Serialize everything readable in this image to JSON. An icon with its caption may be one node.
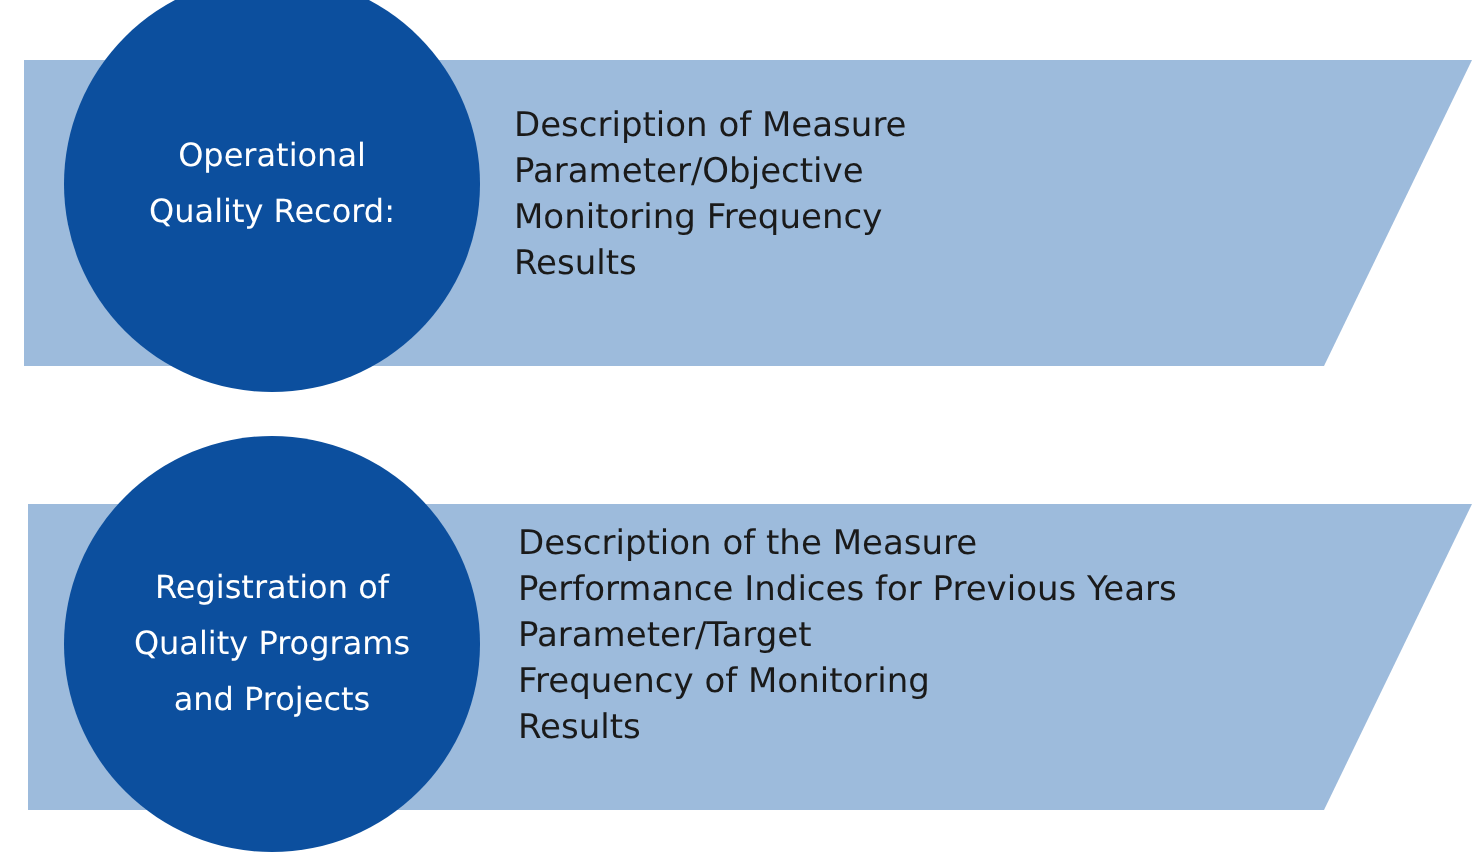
{
  "diagram": {
    "nodes": [
      {
        "text": [
          "Description of Measure",
          "Parameter/Objective",
          "Monitoring Frequency",
          "Results"
        ]
      },
      {
        "text": [
          "Operational Quality Record:"
        ]
      },
      {
        "text": [
          "Description of the Measure",
          "Performance Indices for Previous Years",
          "Parameter/Target",
          "Frequency of Monitoring",
          "Results"
        ]
      },
      {
        "text": [
          "Registration of Quality Programs and Projects"
        ]
      }
    ]
  }
}
